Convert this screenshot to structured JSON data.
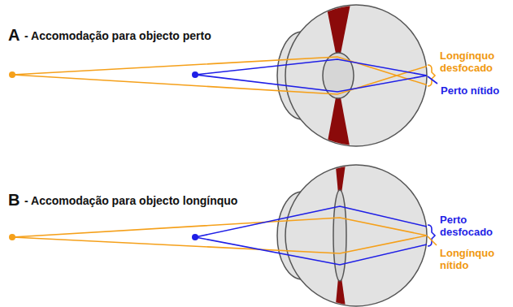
{
  "diagram": {
    "labels": [
      "A",
      "- Accomodação para objecto perto",
      "Longínquo desfocado",
      "Perto nítido",
      "B",
      "- Accomodação para objecto longínquo",
      "Perto desfocado",
      "Longínquo nítido"
    ]
  }
}
